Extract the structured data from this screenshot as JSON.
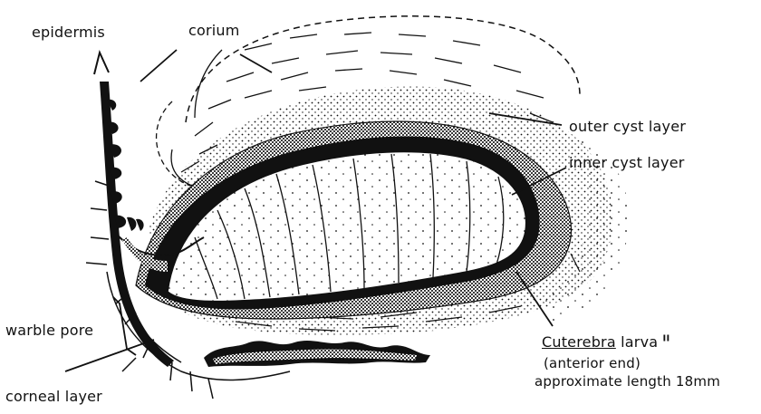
{
  "diagram": {
    "labels": {
      "epidermis": "epidermis",
      "corium": "corium",
      "outer_cyst_layer": "outer cyst layer",
      "inner_cyst_layer": "inner cyst layer",
      "warble_pore": "warble pore",
      "corneal_layer": "corneal layer",
      "larva_genus": "Cuterebra",
      "larva_word": "larva",
      "larva_stage": "II",
      "larva_note": "(anterior end)",
      "larva_length": "approximate length 18mm"
    },
    "colors": {
      "ink": "#111111",
      "paper": "#ffffff"
    }
  }
}
